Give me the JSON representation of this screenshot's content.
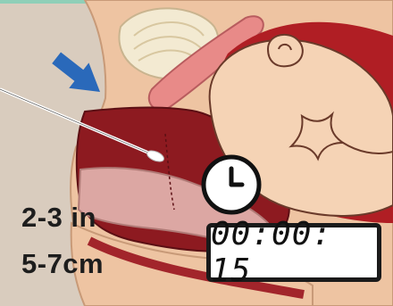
{
  "measurement": {
    "inches": "2-3 in",
    "centimeters": "5-7cm"
  },
  "timer": {
    "display": "00:00: 15"
  },
  "icons": [
    "arrow-icon",
    "swab-icon",
    "clock-icon"
  ],
  "colors": {
    "background": "#d8cbbd",
    "tissue": "#ecc2a0",
    "canal": "#8a1a1f",
    "arrow": "#2868b8",
    "head": "#f5d2b4"
  }
}
